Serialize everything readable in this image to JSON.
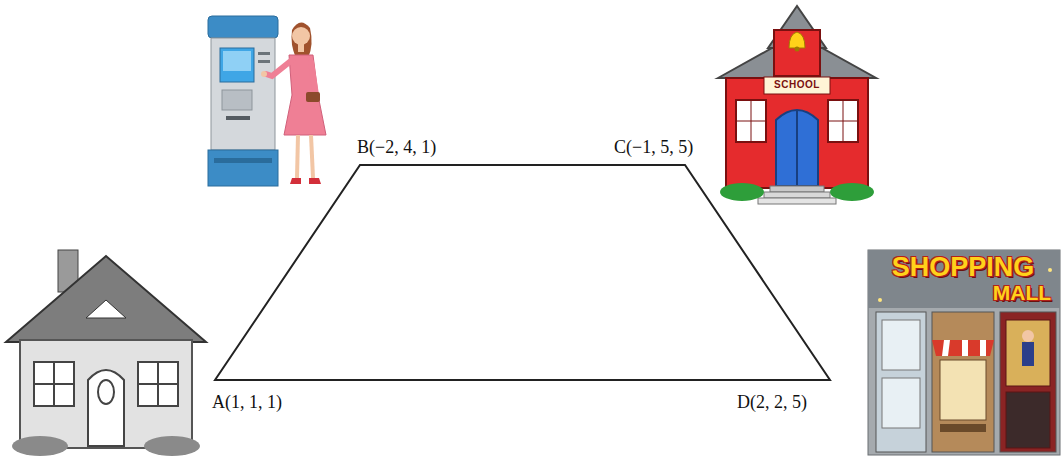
{
  "diagram": {
    "labels": [
      "B(−2, 4, 1)",
      "C(−1, 5, 5)",
      "SCHOOL",
      "A(1, 1, 1)",
      "D(2, 2, 5)",
      "SHOPPING",
      "MALL"
    ]
  }
}
